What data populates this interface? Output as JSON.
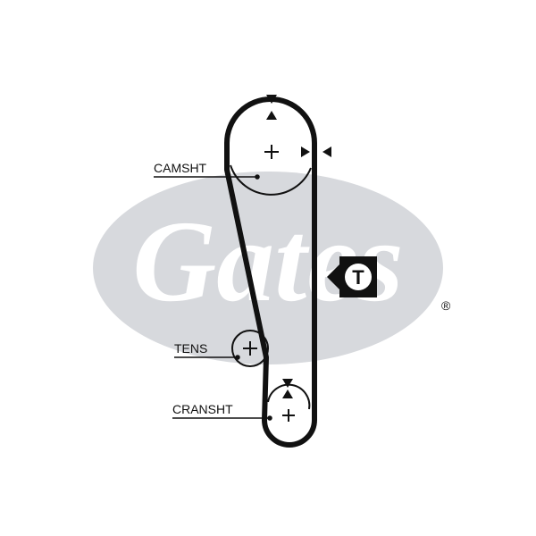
{
  "labels": {
    "camshaft": "CAMSHT",
    "tensioner": "TENS",
    "crankshaft": "CRANSHT"
  },
  "badge": {
    "letter": "T"
  },
  "logo": {
    "text": "Gates",
    "registered": "®"
  },
  "colors": {
    "belt": "#111111",
    "logo_gray": "#d7d9dd",
    "badge_bg": "#111111",
    "badge_fg": "#ffffff"
  },
  "icons": {
    "pulley_center": "plus-crosshair",
    "timing_mark": "triangle-arrow",
    "tensioner_badge": "T-square-badge"
  }
}
